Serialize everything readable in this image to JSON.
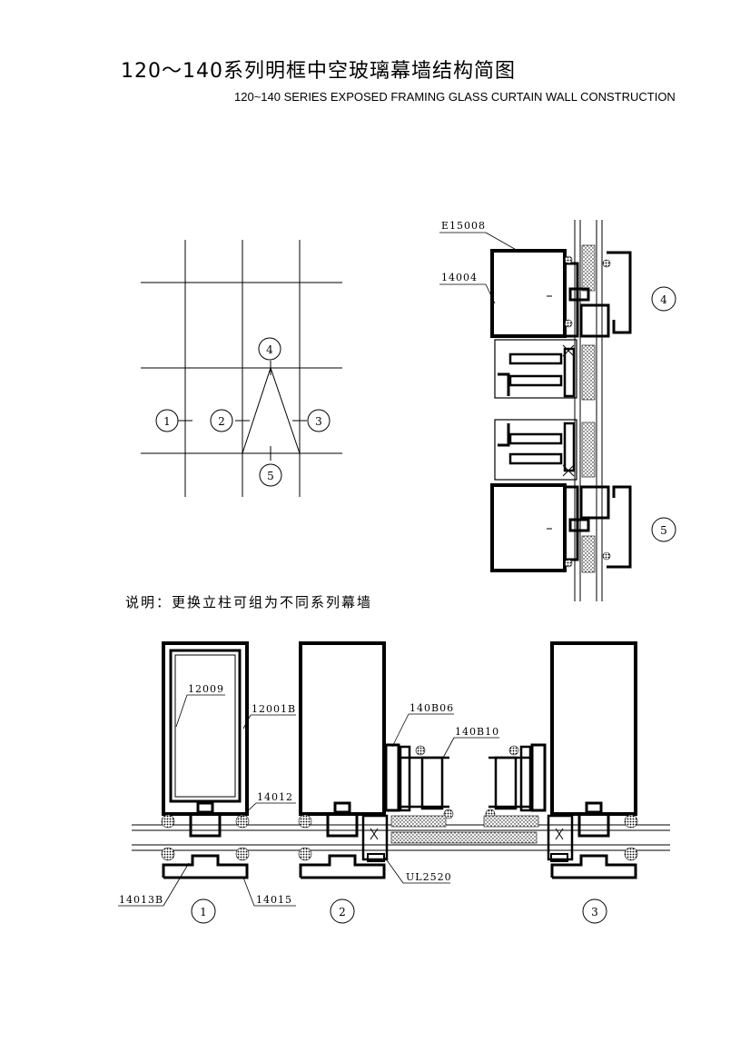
{
  "header": {
    "title_cn": "120～140系列明框中空玻璃幕墙结构简图",
    "title_en": "120~140 SERIES EXPOSED FRAMING GLASS CURTAIN WALL CONSTRUCTION"
  },
  "note": "说明：更换立柱可组为不同系列幕墙",
  "elevation": {
    "markers": [
      "1",
      "2",
      "3",
      "4",
      "5"
    ]
  },
  "vertical_section": {
    "labels": [
      "E15008",
      "14004"
    ],
    "markers": [
      "4",
      "5"
    ]
  },
  "horizontal_sections": {
    "labels": [
      "12009",
      "12001B",
      "14012",
      "14013B",
      "14015",
      "140B06",
      "140B10",
      "UL2520"
    ],
    "markers": [
      "1",
      "2",
      "3"
    ]
  }
}
